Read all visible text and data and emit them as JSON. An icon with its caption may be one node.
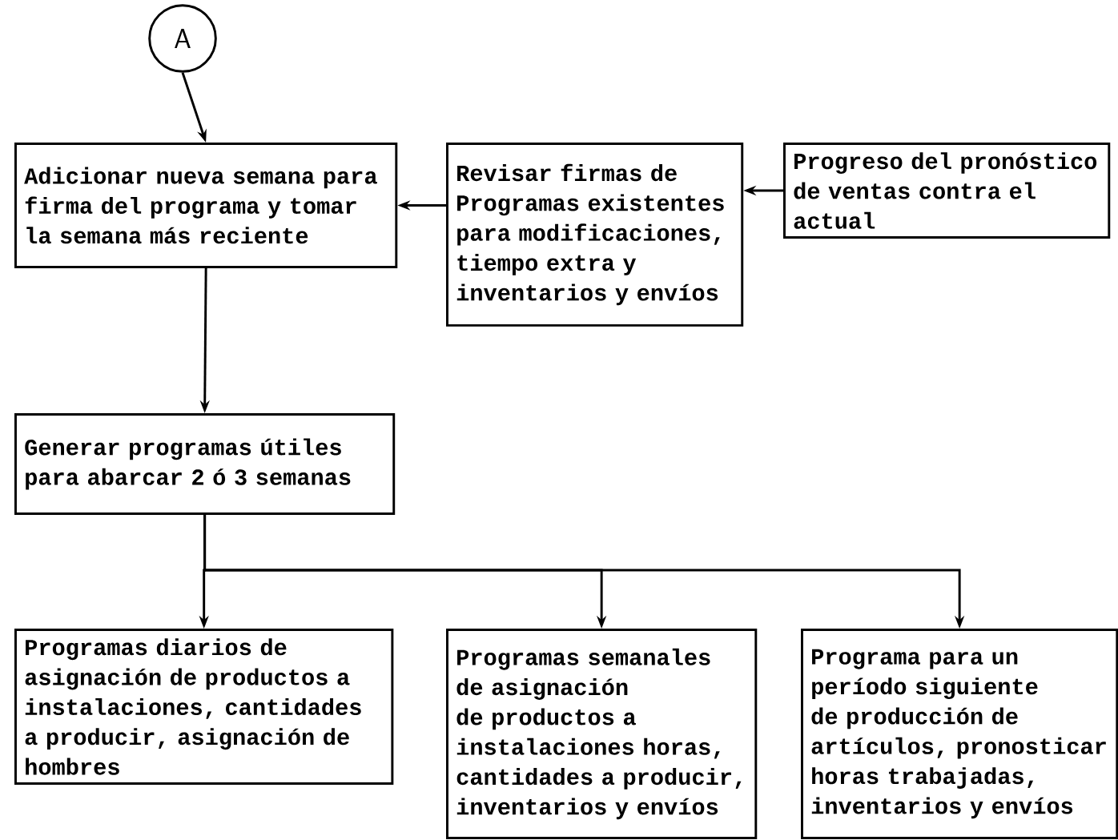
{
  "diagram": {
    "nodes": [
      {
        "text": [
          "A"
        ]
      },
      {
        "text": [
          "Adicionar nueva semana para firma del programa y tomar la semana más reciente"
        ]
      },
      {
        "text": [
          "Revisar firmas de Programas existentes para modificaciones, tiempo extra y inventarios y envíos"
        ]
      },
      {
        "text": [
          "Progreso del pronóstico de ventas contra el actual"
        ]
      },
      {
        "text": [
          "Generar programas útiles para abarcar 2 ó 3 semanas"
        ]
      },
      {
        "text": [
          "Programas diarios de asignación de productos a instalaciones, cantidades a producir, asignación de hombres"
        ]
      },
      {
        "text": [
          "Programas semanales de asignación de productos a instalaciones horas, cantidades a producir, inventarios y envíos"
        ]
      },
      {
        "text": [
          "Programa para un período siguiente de producción de artículos, pronosticar horas trabajadas, inventarios y envíos"
        ]
      }
    ],
    "edges": [
      {
        "from": 0,
        "to": 1,
        "arrow": "to"
      },
      {
        "from": 3,
        "to": 2,
        "arrow": "to"
      },
      {
        "from": 2,
        "to": 1,
        "arrow": "to"
      },
      {
        "from": 1,
        "to": 4,
        "arrow": "to"
      },
      {
        "from": 4,
        "to": 5,
        "arrow": "to"
      },
      {
        "from": 4,
        "to": 6,
        "arrow": "to"
      },
      {
        "from": 4,
        "to": 7,
        "arrow": "to"
      }
    ]
  }
}
